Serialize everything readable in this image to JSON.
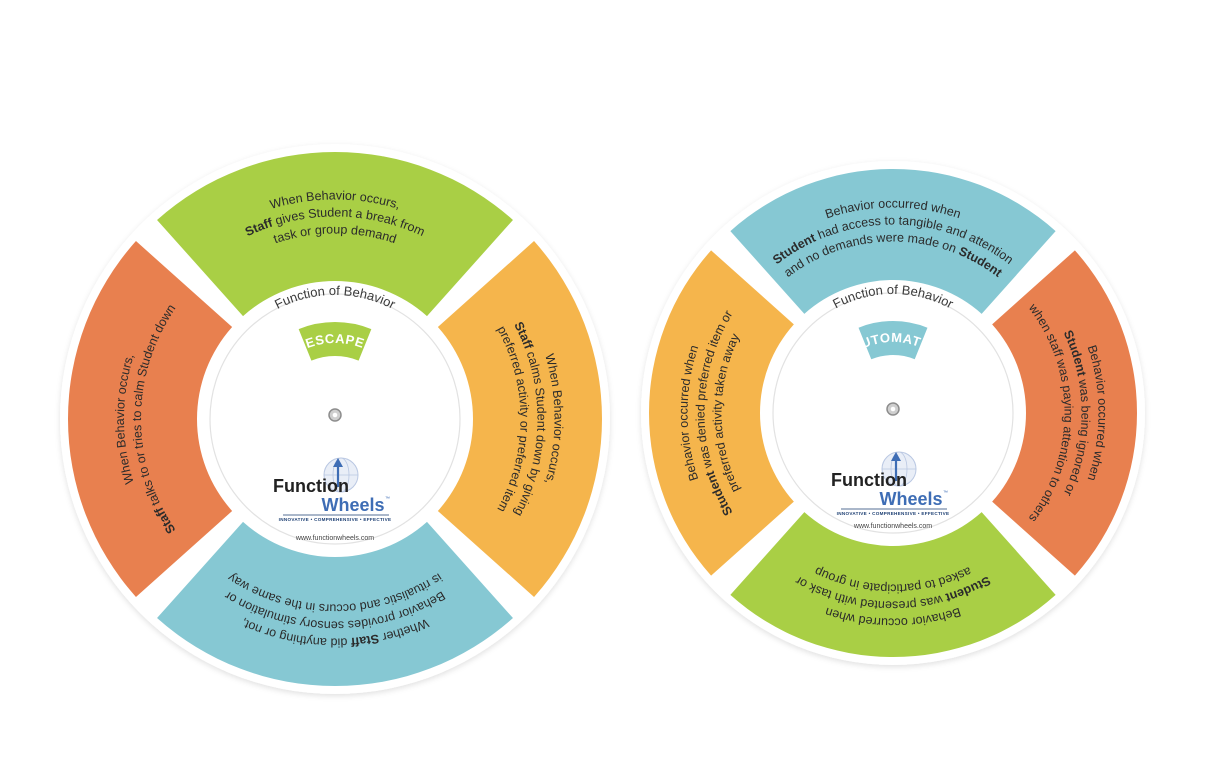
{
  "wheels": [
    {
      "heading": "Function of Behavior",
      "function_label": "ESCAPE",
      "tab_color": "#a9cf45",
      "segments": [
        {
          "color": "#a9cf45",
          "lines": [
            "When Behavior occurs,",
            "Staff gives Student a break from",
            "task or group demand"
          ]
        },
        {
          "color": "#f5b54c",
          "lines": [
            "When Behavior occurs,",
            "Staff calms Student down by giving",
            "preferred activity or preferred item"
          ]
        },
        {
          "color": "#86c8d3",
          "lines": [
            "Whether Staff did anything or not,",
            "Behavior provides sensory stimulation or",
            "is ritualistic and occurs in the same way"
          ]
        },
        {
          "color": "#e8804f",
          "lines": [
            "When Behavior occurs,",
            "Staff talks to or tries to calm Student down"
          ]
        }
      ],
      "logo": {
        "word1": "Function",
        "word2": "Wheels",
        "tm": "™",
        "tagline": "INNOVATIVE • COMPREHENSIVE • EFFECTIVE"
      },
      "url": "www.functionwheels.com"
    },
    {
      "heading": "Function of Behavior",
      "function_label": "AUTOMATIC",
      "tab_color": "#86c8d3",
      "segments": [
        {
          "color": "#86c8d3",
          "lines": [
            "Behavior occurred when",
            "Student had access to tangible and attention",
            "and no demands were made on Student"
          ]
        },
        {
          "color": "#e8804f",
          "lines": [
            "Behavior occurred when",
            "Student was being ignored or",
            "when staff was paying attention to others"
          ]
        },
        {
          "color": "#a9cf45",
          "lines": [
            "Behavior occurred when",
            "Student was presented with task or",
            "asked to participate in group"
          ]
        },
        {
          "color": "#f5b54c",
          "lines": [
            "Behavior occurred when",
            "Student was denied preferred item or",
            "preferred activity taken away"
          ]
        }
      ],
      "logo": {
        "word1": "Function",
        "word2": "Wheels",
        "tm": "™",
        "tagline": "INNOVATIVE • COMPREHENSIVE • EFFECTIVE"
      },
      "url": "www.functionwheels.com"
    }
  ]
}
